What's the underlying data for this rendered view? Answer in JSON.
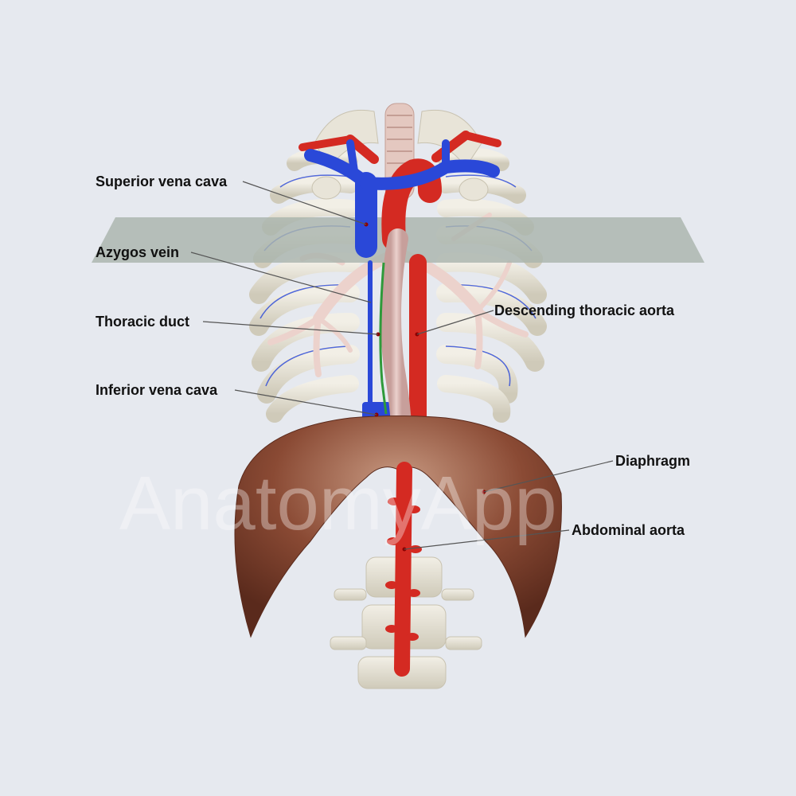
{
  "watermark": "AnatomyApp",
  "labels": {
    "superior_vena_cava": "Superior vena cava",
    "azygos_vein": "Azygos vein",
    "thoracic_duct": "Thoracic duct",
    "inferior_vena_cava": "Inferior vena cava",
    "descending_thoracic_aorta": "Descending thoracic aorta",
    "diaphragm": "Diaphragm",
    "abdominal_aorta": "Abdominal aorta"
  },
  "colors": {
    "background": "#e6e9ef",
    "artery": "#d42a22",
    "vein": "#2a48d8",
    "esophagus": "#d8b4b0",
    "lymph": "#2e9a3a",
    "bone": "#e8e4d8",
    "diaphragm": "#8a4a34",
    "plane": "#a9b4ad"
  }
}
